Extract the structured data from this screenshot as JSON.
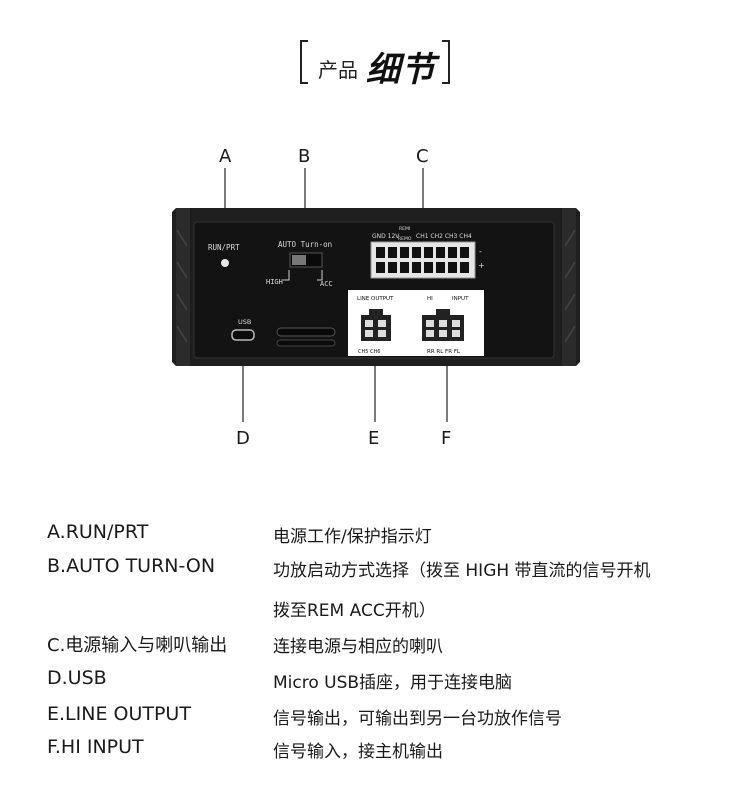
{
  "title": {
    "prefix": "产品",
    "main": "细节"
  },
  "callouts": {
    "a": "A",
    "b": "B",
    "c": "C",
    "d": "D",
    "e": "E",
    "f": "F"
  },
  "device": {
    "run_prt": "RUN/PRT",
    "auto_turn_on": "AUTO Turn-on",
    "high": "HIGH",
    "acc": "ACC",
    "usb": "USB",
    "power_pins": "GND 12V",
    "remi_remo": [
      "REMI",
      "REMO"
    ],
    "channels": "CH1 CH2 CH3 CH4",
    "minus": "-",
    "plus": "+",
    "line_output": "LINE OUTPUT",
    "hi": "HI",
    "input": "INPUT",
    "ch5_ch6": "CH5 CH6",
    "rr_rl_fr_fl": "RR  RL  FR  FL"
  },
  "specs": [
    {
      "label": "A.RUN/PRT",
      "desc": "电源工作/保护指示灯"
    },
    {
      "label": "B.AUTO TURN-ON",
      "desc": "功放启动方式选择（拨至 HIGH  带直流的信号开机"
    },
    {
      "label": "",
      "desc": "拨至REM ACC开机）"
    },
    {
      "label": "C.电源输入与喇叭输出",
      "desc": "连接电源与相应的喇叭"
    },
    {
      "label": "D.USB",
      "desc": "Micro USB插座，用于连接电脑"
    },
    {
      "label": "E.LINE OUTPUT",
      "desc": "信号输出，可输出到另一台功放作信号"
    },
    {
      "label": "F.HI INPUT",
      "desc": "信号输入，接主机输出"
    }
  ]
}
